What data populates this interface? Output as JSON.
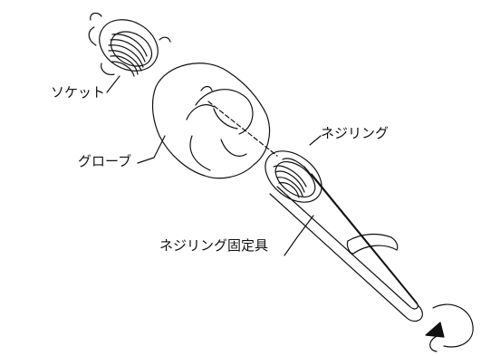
{
  "labels": {
    "socket": "ソケット",
    "globe": "グローブ",
    "screw_ring": "ネジリング",
    "ring_fixture": "ネジリング固定具"
  },
  "colors": {
    "line": "#111111",
    "background": "#ffffff"
  },
  "icons": {
    "rotation": "rotate-arrow-icon"
  }
}
